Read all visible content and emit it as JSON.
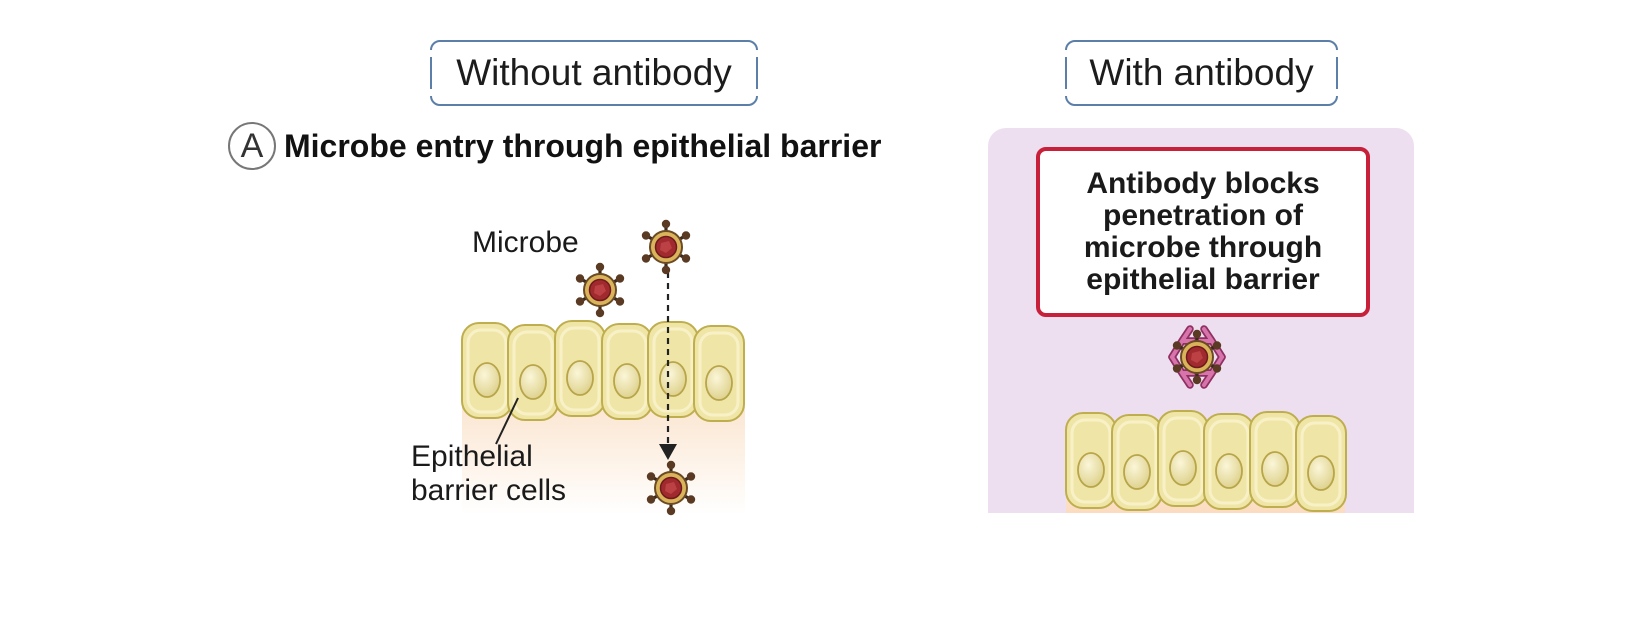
{
  "headers": {
    "without": "Without antibody",
    "with": "With antibody"
  },
  "panel": {
    "letter": "A",
    "title": "Microbe entry through epithelial barrier"
  },
  "labels": {
    "microbe": "Microbe",
    "epithelial_line1": "Epithelial",
    "epithelial_line2": "barrier cells"
  },
  "callout": {
    "text": "Antibody blocks penetration of microbe through epithelial barrier"
  },
  "colors": {
    "header_border": "#5b7fa8",
    "panel_bg": "#eddff0",
    "callout_border": "#c8203a",
    "cell_fill": "#efe5a6",
    "cell_outline": "#bfae4e",
    "tissue": "#fbe3cc",
    "microbe_core": "#a12a2e",
    "microbe_ring": "#d9b45a",
    "antibody": "#c0508a"
  }
}
